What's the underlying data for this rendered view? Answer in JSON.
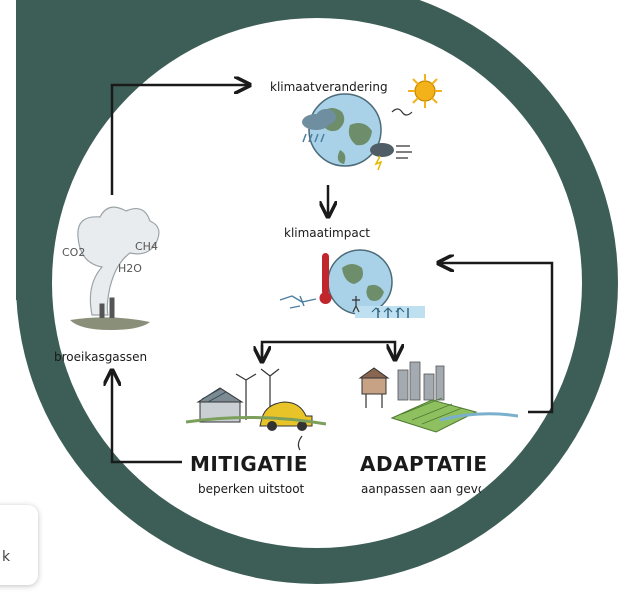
{
  "colors": {
    "ring": "#3d5e56",
    "arrow": "#1a1a1a",
    "earth_ocean": "#a9d2e8",
    "earth_land": "#6e8d6a",
    "sun": "#f4b21a",
    "car": "#e8c429",
    "thermometer": "#c0262c"
  },
  "diagram": {
    "climate_change_label": "klimaatverandering",
    "climate_impact_label": "klimaatimpact",
    "greenhouse_gases_label": "broeikasgassen",
    "gas_formulas": [
      "CO2",
      "CH4",
      "H2O"
    ],
    "mitigation": {
      "title": "MITIGATIE",
      "subtitle": "beperken uitstoot"
    },
    "adaptation": {
      "title": "ADAPTATIE",
      "subtitle": "aanpassen aan gevolgen"
    }
  },
  "side_card": {
    "text": "k"
  }
}
